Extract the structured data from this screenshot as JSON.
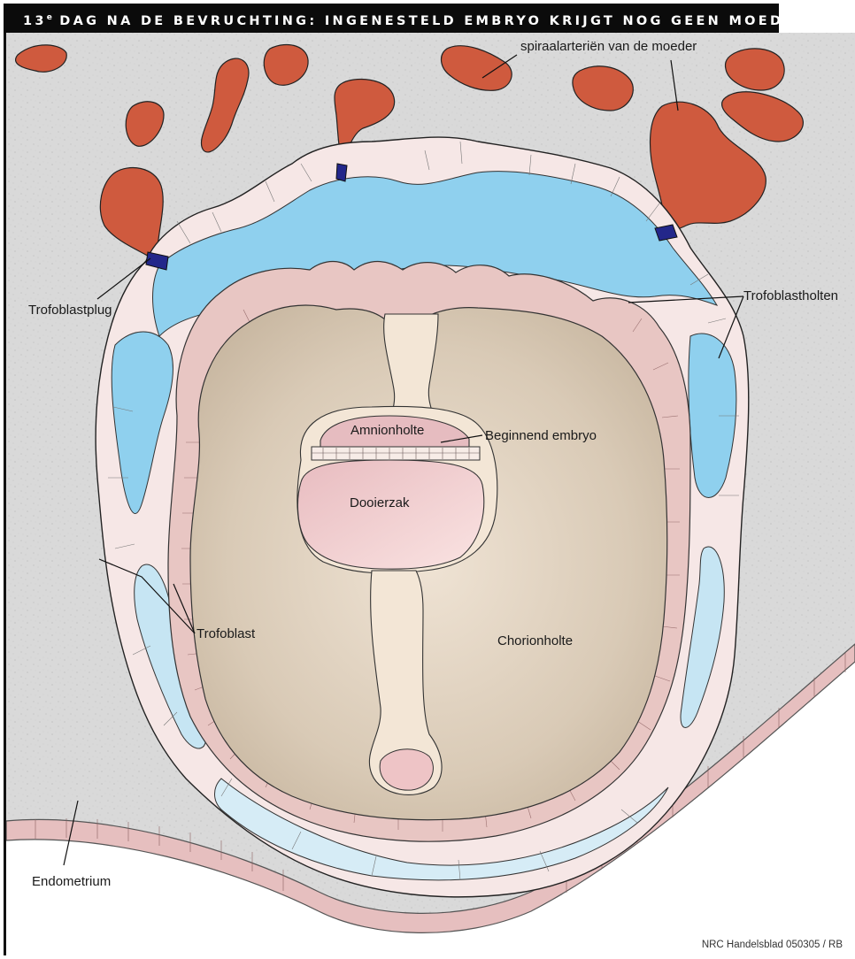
{
  "title": {
    "prefix": "13",
    "suffix": "e",
    "text": "DAG NA DE BEVRUCHTING: INGENESTELD EMBRYO KRIJGT NOG GEEN MOEDERBLOED"
  },
  "labels": {
    "spiral": "spiraalarteriën van de moeder",
    "plug": "Trofoblastplug",
    "holten": "Trofoblastholten",
    "amnion": "Amnionholte",
    "embryo": "Beginnend embryo",
    "yolk": "Dooierzak",
    "trofoblast": "Trofoblast",
    "chorion": "Chorionholte",
    "endometrium": "Endometrium"
  },
  "credit": "NRC Handelsblad 050305 / RB",
  "colors": {
    "endometrium": "#d9d9d9",
    "artery": "#cf5a3e",
    "lacunae": "#8fd0ee",
    "trophoblast": "#f6e7e6",
    "mesoderm": "#e8c6c3",
    "chorion": "#d6c6b3",
    "yolk": "#f0cfd0",
    "plug": "#23278a"
  }
}
